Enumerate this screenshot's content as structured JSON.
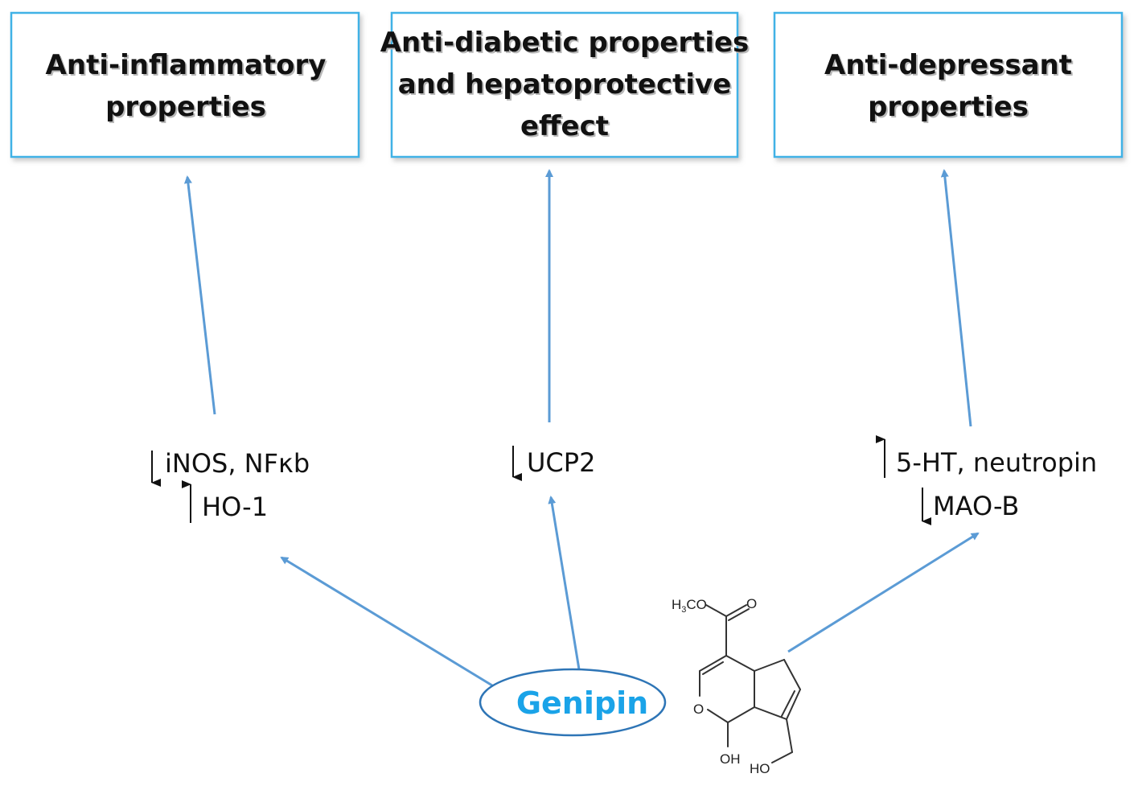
{
  "effect_boxes": [
    {
      "id": "anti-inflammatory",
      "lines": [
        "Anti-inflammatory",
        "properties"
      ]
    },
    {
      "id": "anti-diabetic",
      "lines": [
        "Anti-diabetic properties",
        "and hepatoprotective",
        "effect"
      ]
    },
    {
      "id": "anti-depressant",
      "lines": [
        "Anti-depressant",
        "properties"
      ]
    }
  ],
  "mechanisms": {
    "inflammatory": {
      "line1": {
        "arrow": "down",
        "text": "iNOS, NFκb"
      },
      "line2": {
        "arrow": "up",
        "text": "HO-1"
      }
    },
    "diabetic": {
      "line1": {
        "arrow": "down",
        "text": "UCP2"
      }
    },
    "depressant": {
      "line1": {
        "arrow": "up",
        "text": "5-HT, neutropin"
      },
      "line2": {
        "arrow": "down",
        "text": "MAO-B"
      }
    }
  },
  "center_node": {
    "label": "Genipin"
  },
  "structure_labels": {
    "methoxy_prefix": "H",
    "methoxy_sub": "3",
    "methoxy_suffix": "CO",
    "carbonyl_o": "O",
    "ring_o": "O",
    "hydroxyl": "OH",
    "hydroxymethyl": "HO"
  },
  "colors": {
    "box_border": "#3fb2e6",
    "arrow": "#5b9bd5",
    "genipin_text": "#1aa3e8",
    "genipin_border": "#2e75b6"
  }
}
